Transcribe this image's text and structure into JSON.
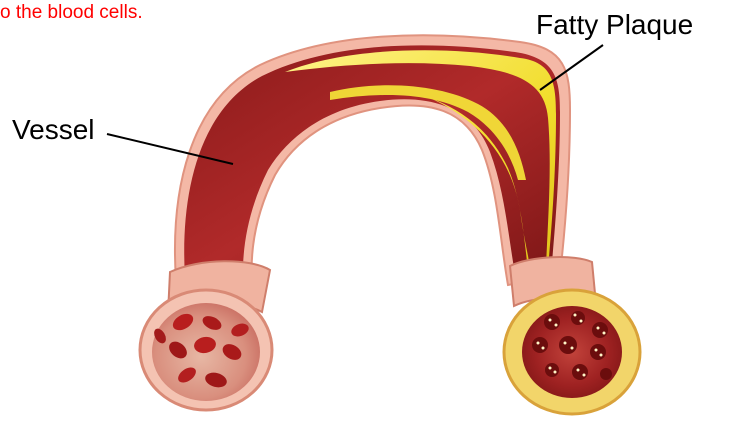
{
  "caption": "o the blood cells.",
  "labels": {
    "vessel": "Vessel",
    "plaque": "Fatty Plaque"
  },
  "colors": {
    "caption": "#ff0000",
    "vessel_wall": "#8e1d1d",
    "vessel_lumen": "#a82424",
    "plaque": "#f2e03a",
    "outer_rim": "#f7c2b5",
    "blood_cell": "#b81e1e",
    "leader_line": "#000000"
  }
}
